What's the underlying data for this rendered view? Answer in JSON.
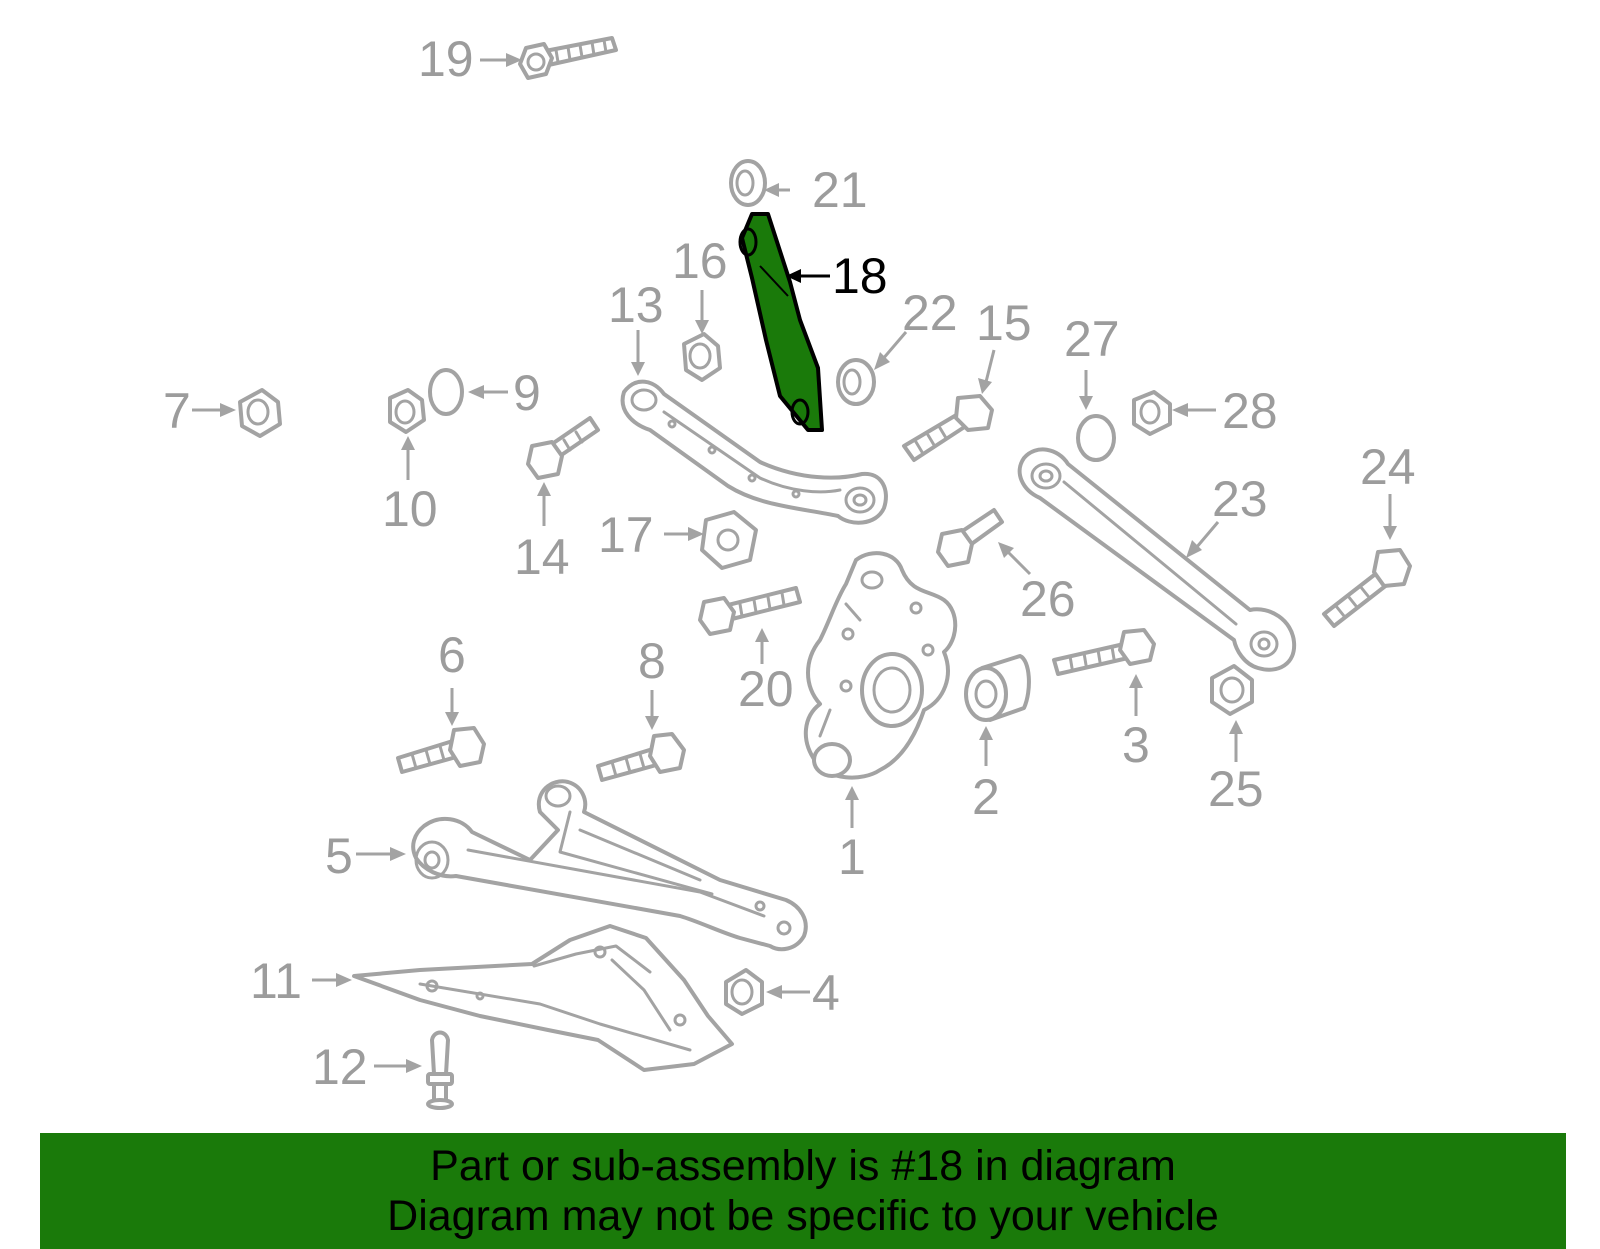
{
  "highlight_color": "#1a7a0a",
  "highlighted_part": "18",
  "callouts": {
    "c1": "1",
    "c2": "2",
    "c3": "3",
    "c4": "4",
    "c5": "5",
    "c6": "6",
    "c7": "7",
    "c8": "8",
    "c9": "9",
    "c10": "10",
    "c11": "11",
    "c12": "12",
    "c13": "13",
    "c14": "14",
    "c15": "15",
    "c16": "16",
    "c17": "17",
    "c18": "18",
    "c19": "19",
    "c20": "20",
    "c21": "21",
    "c22": "22",
    "c23": "23",
    "c24": "24",
    "c25": "25",
    "c26": "26",
    "c27": "27",
    "c28": "28"
  },
  "banner": {
    "line1": "Part or sub-assembly is #18 in diagram",
    "line2": "Diagram may not be specific to your vehicle"
  }
}
